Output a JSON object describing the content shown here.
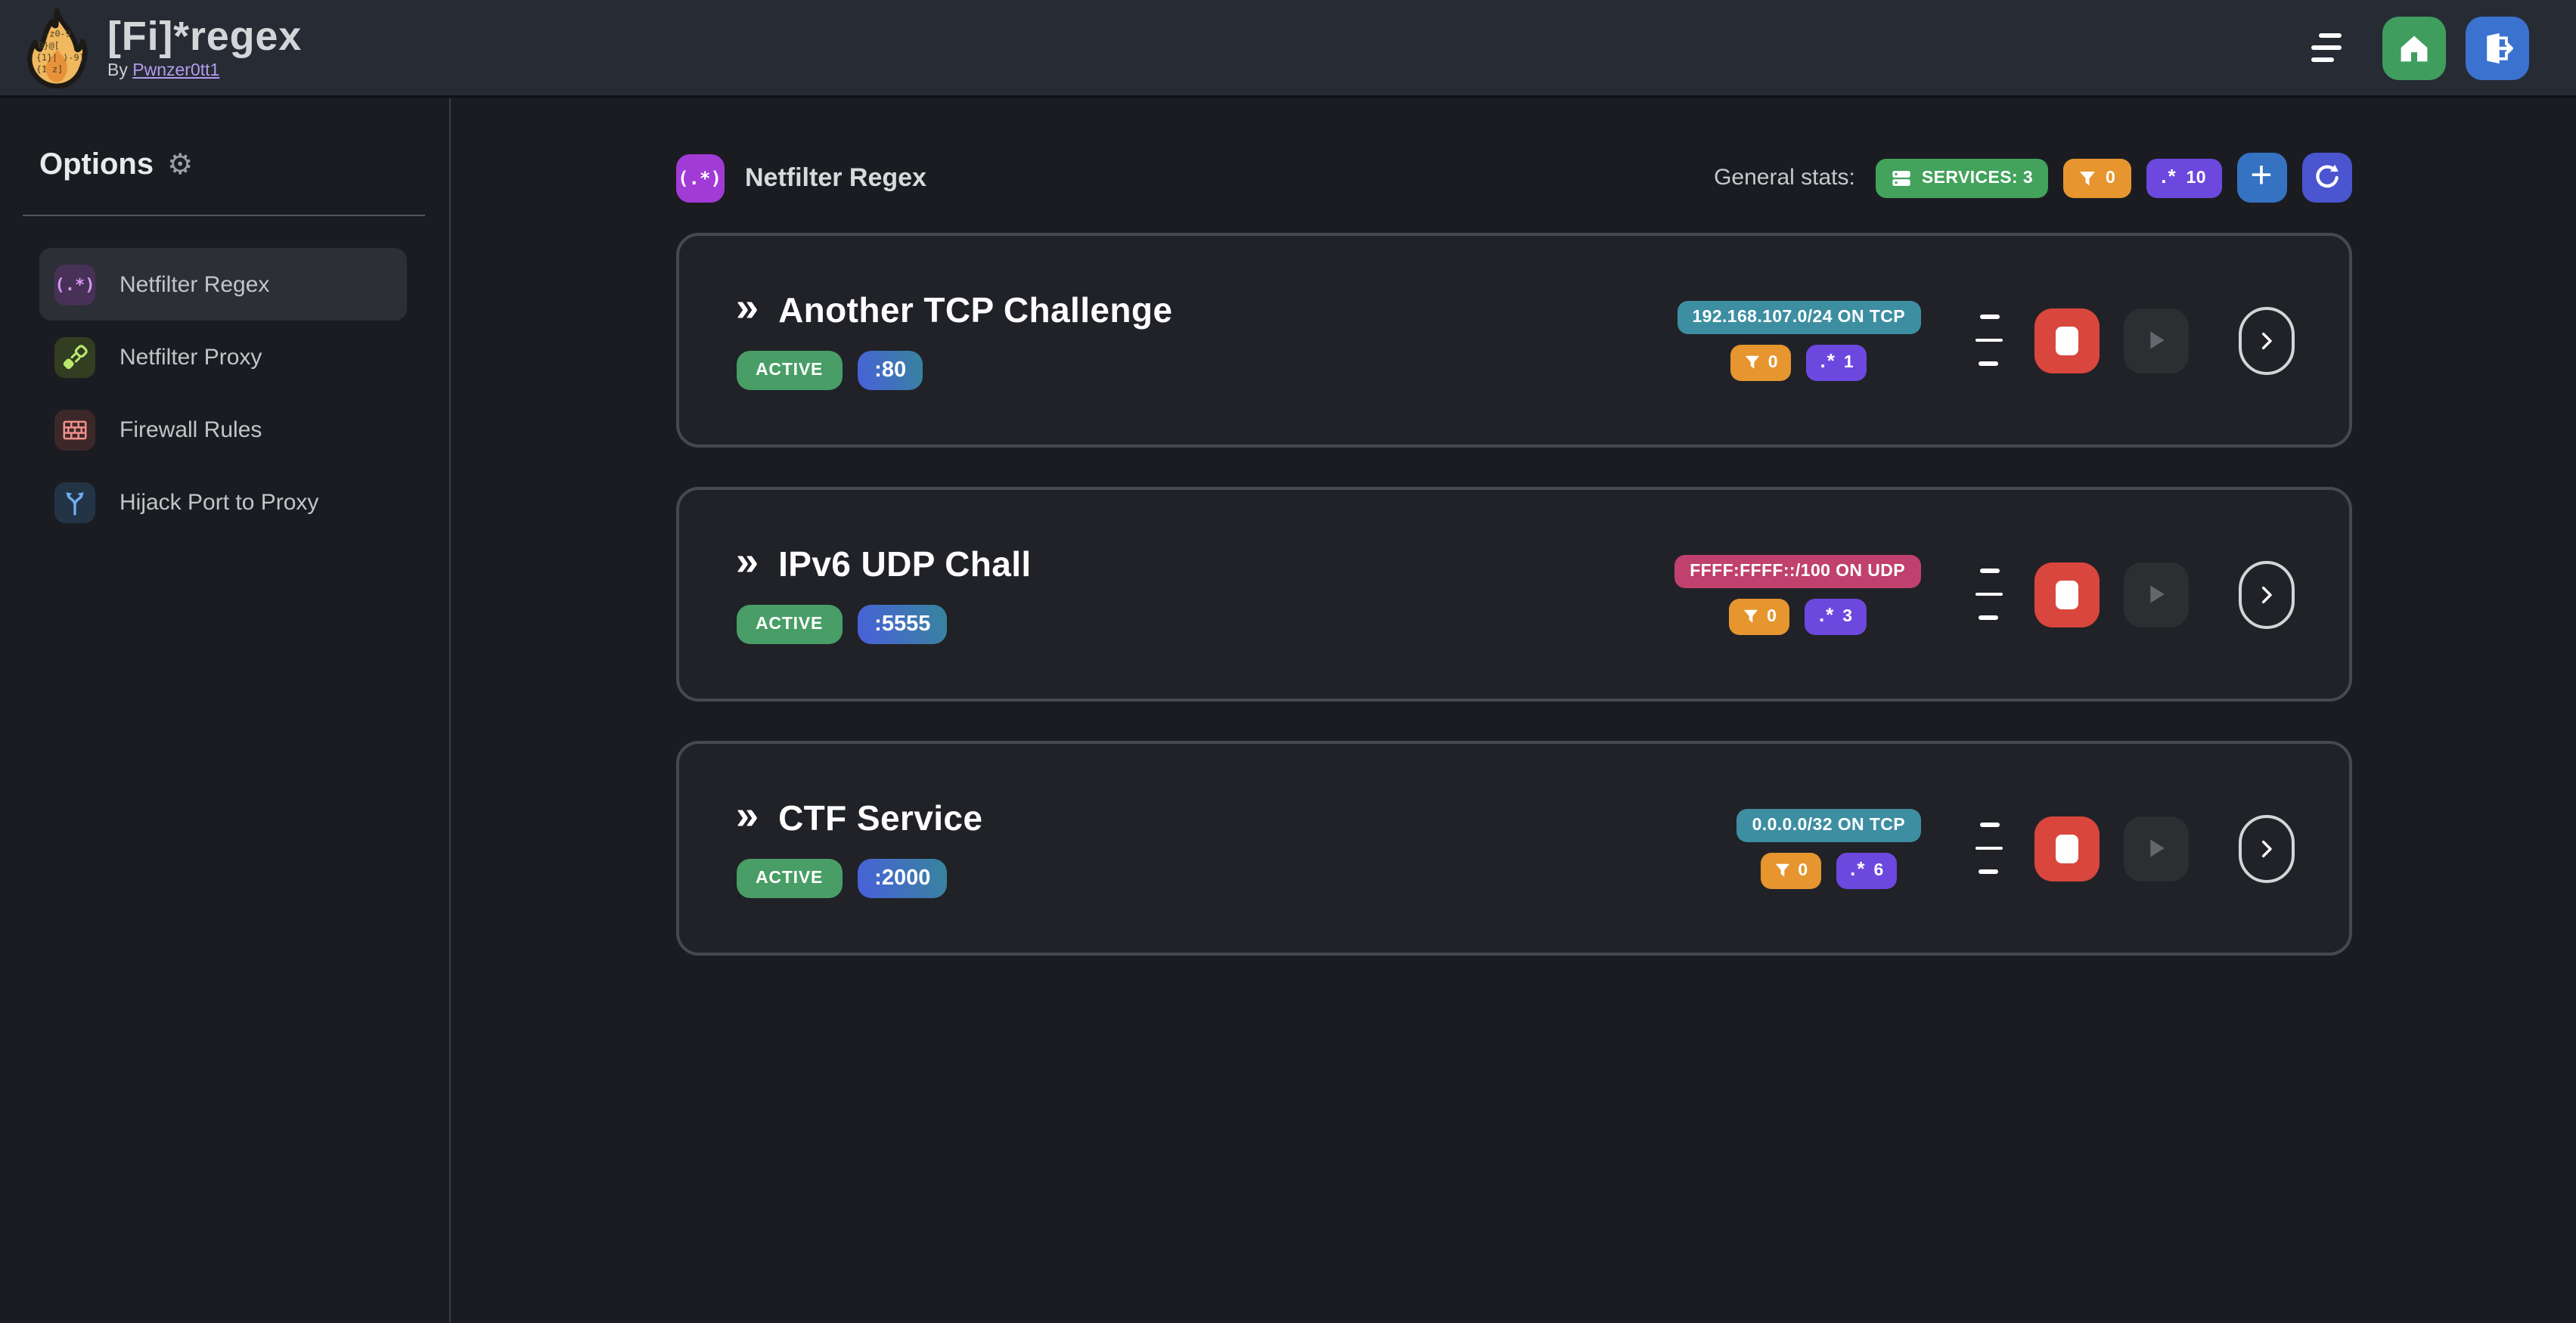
{
  "topbar": {
    "title": "[Fi]*regex",
    "byline_prefix": "By",
    "author_link": "Pwnzer0tt1"
  },
  "sidebar": {
    "heading": "Options",
    "heading_icon": "⚙",
    "regex_icon_glyph": "(.*)",
    "items": [
      {
        "label": "Netfilter Regex"
      },
      {
        "label": "Netfilter Proxy"
      },
      {
        "label": "Firewall Rules"
      },
      {
        "label": "Hijack Port to Proxy"
      }
    ]
  },
  "main": {
    "heading": "Netfilter Regex",
    "heading_icon_glyph": "(.*)",
    "stats_label": "General stats:",
    "stats": {
      "services": "SERVICES: 3",
      "filters": "0",
      "regexes": "10"
    },
    "glyphs": {
      "double_chevron": "»",
      "regex": ".*",
      "plus": "+"
    }
  },
  "services": [
    {
      "name": "Another TCP Challenge",
      "status": "ACTIVE",
      "port": ":80",
      "target": "192.168.107.0/24 ON TCP",
      "filters": "0",
      "regexes": "1"
    },
    {
      "name": "IPv6 UDP Chall",
      "status": "ACTIVE",
      "port": ":5555",
      "target": "FFFF:FFFF::/100 ON UDP",
      "filters": "0",
      "regexes": "3"
    },
    {
      "name": "CTF Service",
      "status": "ACTIVE",
      "port": ":2000",
      "target": "0.0.0.0/32 ON TCP",
      "filters": "0",
      "regexes": "6"
    }
  ],
  "colors": {
    "accent_green": "#43a25c",
    "accent_orange": "#e6952f",
    "accent_purple": "#6c48df",
    "accent_blue": "#3b72cf",
    "accent_indigo": "#4a55cf",
    "danger_red": "#d9463e",
    "target_teal": "#3d8ea1",
    "target_pink": "#c0416d",
    "topbar_bg": "#262b34",
    "page_bg": "#1a1c21",
    "card_bg": "#202227"
  }
}
